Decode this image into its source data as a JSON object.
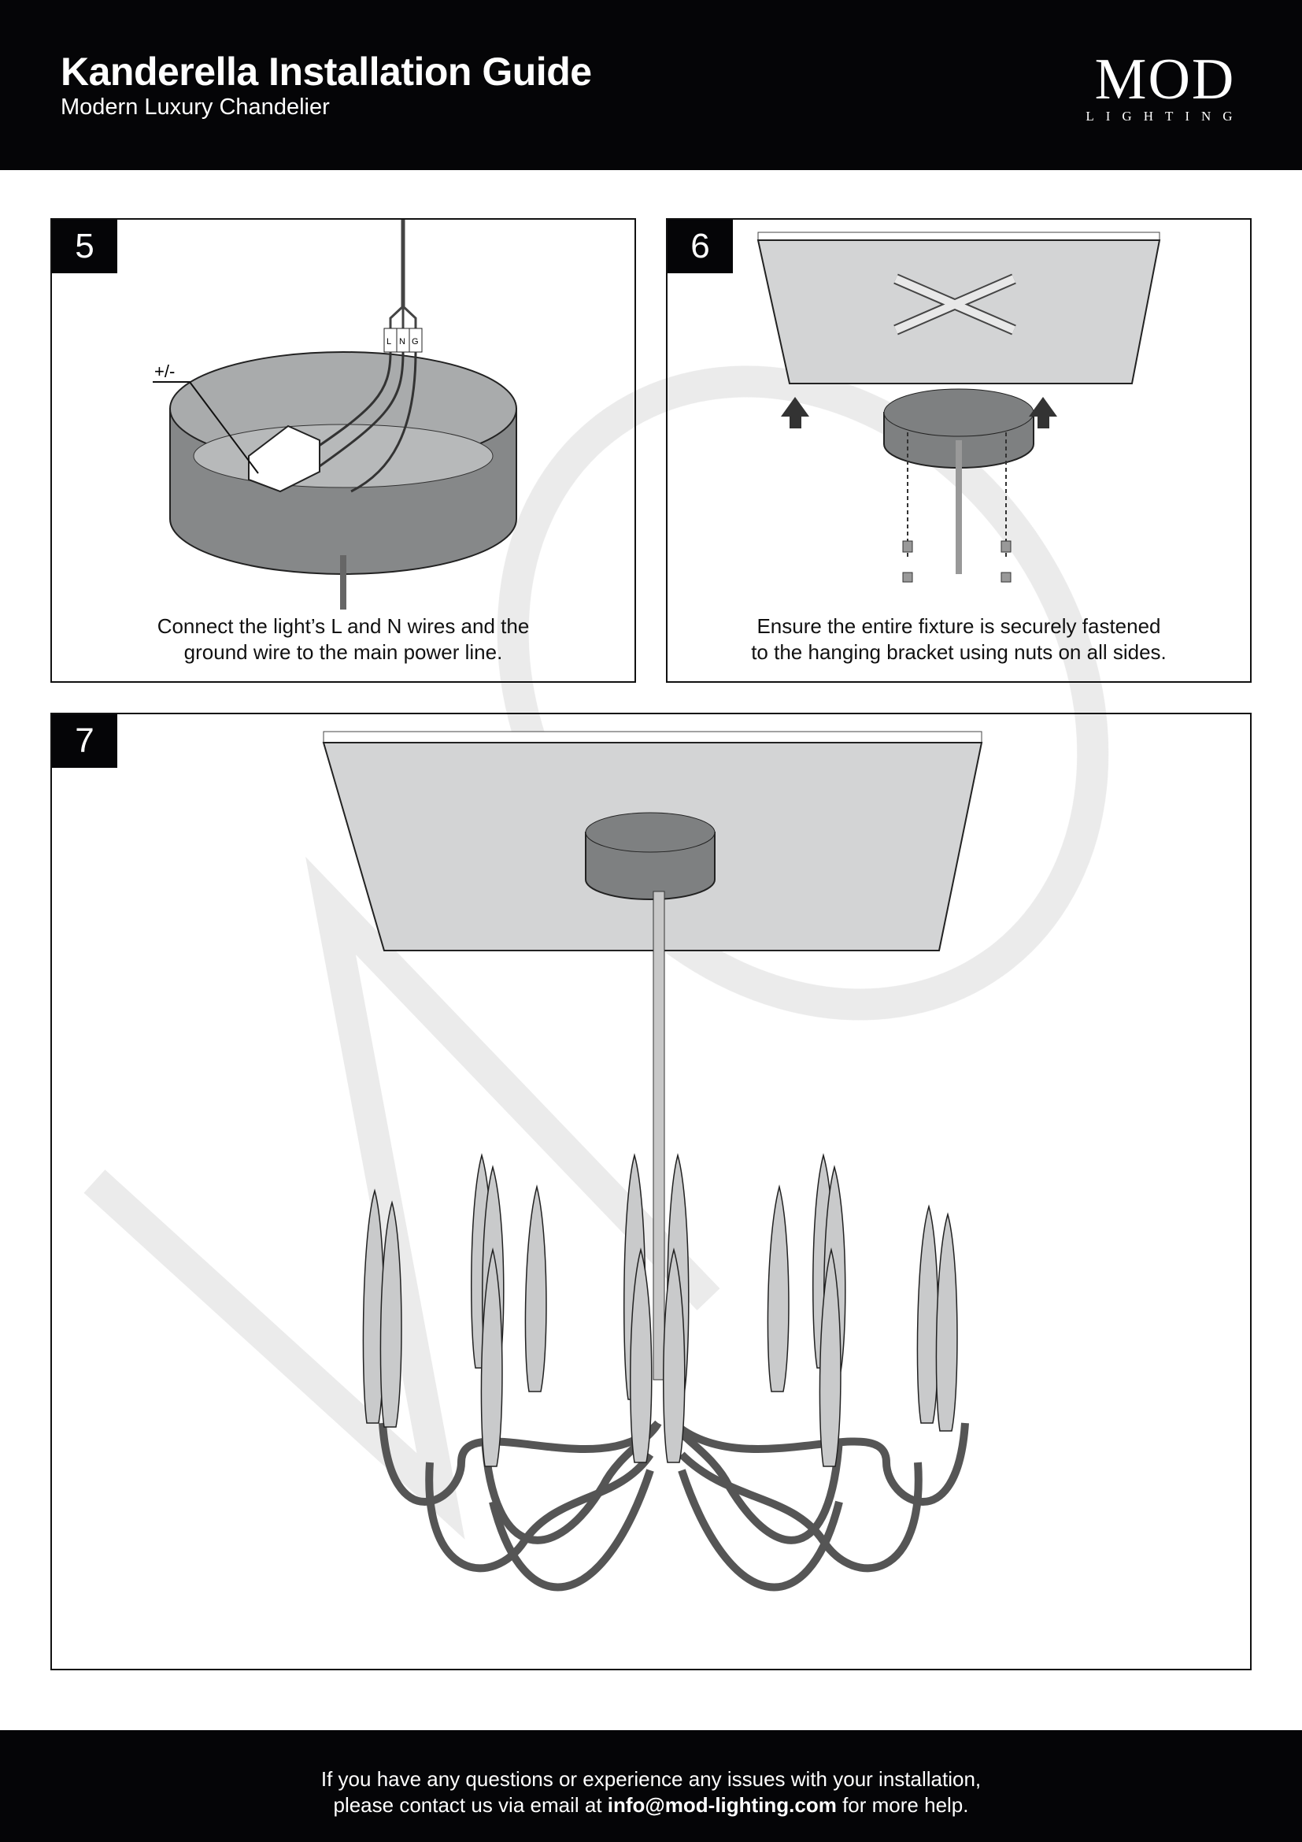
{
  "header": {
    "title": "Kanderella Installation Guide",
    "subtitle": "Modern Luxury Chandelier",
    "logo_main": "MOD",
    "logo_sub": "LIGHTING"
  },
  "steps": [
    {
      "number": "5",
      "caption_line1": "Connect the light’s L and N wires and the",
      "caption_line2": "ground wire to the main power line.",
      "labels": {
        "polarity": "+/-",
        "l": "L",
        "n": "N",
        "g": "G"
      }
    },
    {
      "number": "6",
      "caption_line1": "Ensure the entire fixture is securely fastened",
      "caption_line2": "to the hanging bracket using nuts on all sides."
    },
    {
      "number": "7"
    }
  ],
  "footer": {
    "line1": "If you have any questions or experience any issues with your installation,",
    "line2_prefix": "please contact us via email at ",
    "email": "info@mod-lighting.com",
    "line2_suffix": " for more help."
  }
}
